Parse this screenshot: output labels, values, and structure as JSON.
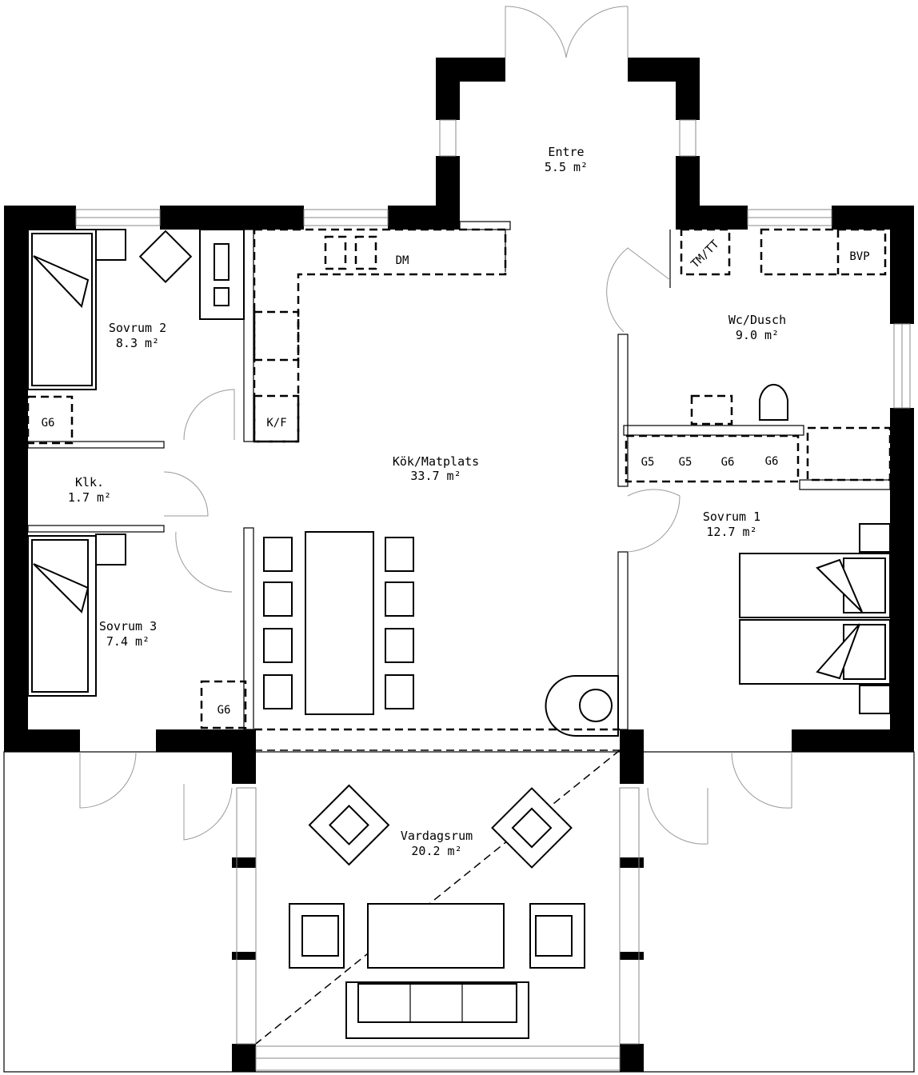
{
  "rooms": {
    "entre": {
      "name": "Entre",
      "area": "5.5 m²"
    },
    "sovrum2": {
      "name": "Sovrum 2",
      "area": "8.3 m²"
    },
    "kok": {
      "name": "Kök/Matplats",
      "area": "33.7 m²"
    },
    "wc": {
      "name": "Wc/Dusch",
      "area": "9.0 m²"
    },
    "klk": {
      "name": "Klk.",
      "area": "1.7 m²"
    },
    "sovrum1": {
      "name": "Sovrum 1",
      "area": "12.7 m²"
    },
    "sovrum3": {
      "name": "Sovrum 3",
      "area": "7.4 m²"
    },
    "vardagsrum": {
      "name": "Vardagsrum",
      "area": "20.2 m²"
    }
  },
  "fixtures": {
    "dm": "DM",
    "tmtt": "TM/TT",
    "bvp": "BVP",
    "kf": "K/F",
    "g6_sovrum2": "G6",
    "g6_sovrum3": "G6",
    "g5_a": "G5",
    "g5_b": "G5",
    "g6_a": "G6",
    "g6_b": "G6"
  }
}
